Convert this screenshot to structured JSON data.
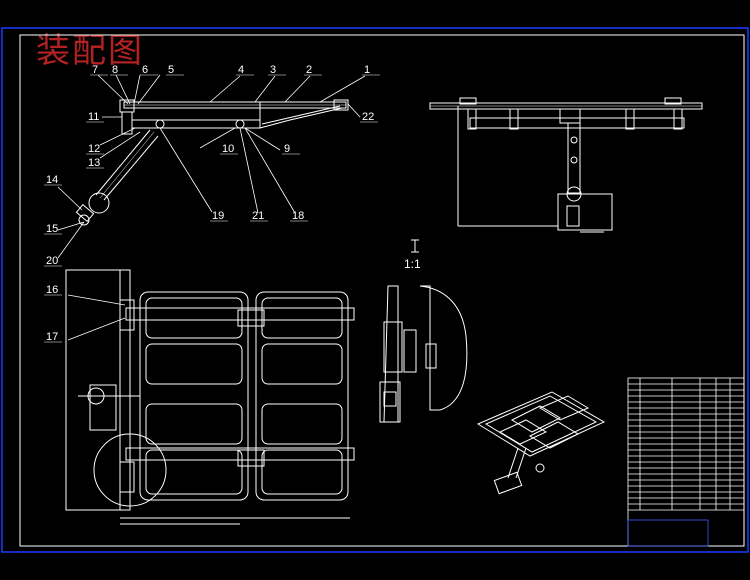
{
  "title": "装配图",
  "scale_label": "1:1",
  "colors": {
    "background": "#000000",
    "frame": "#1a3cff",
    "line": "#ffffff",
    "title": "#b22222",
    "blue": "#3a5cff"
  },
  "callouts": [
    "7",
    "8",
    "6",
    "5",
    "4",
    "3",
    "2",
    "1",
    "11",
    "22",
    "12",
    "13",
    "10",
    "9",
    "14",
    "15",
    "20",
    "19",
    "21",
    "18",
    "16",
    "17"
  ]
}
